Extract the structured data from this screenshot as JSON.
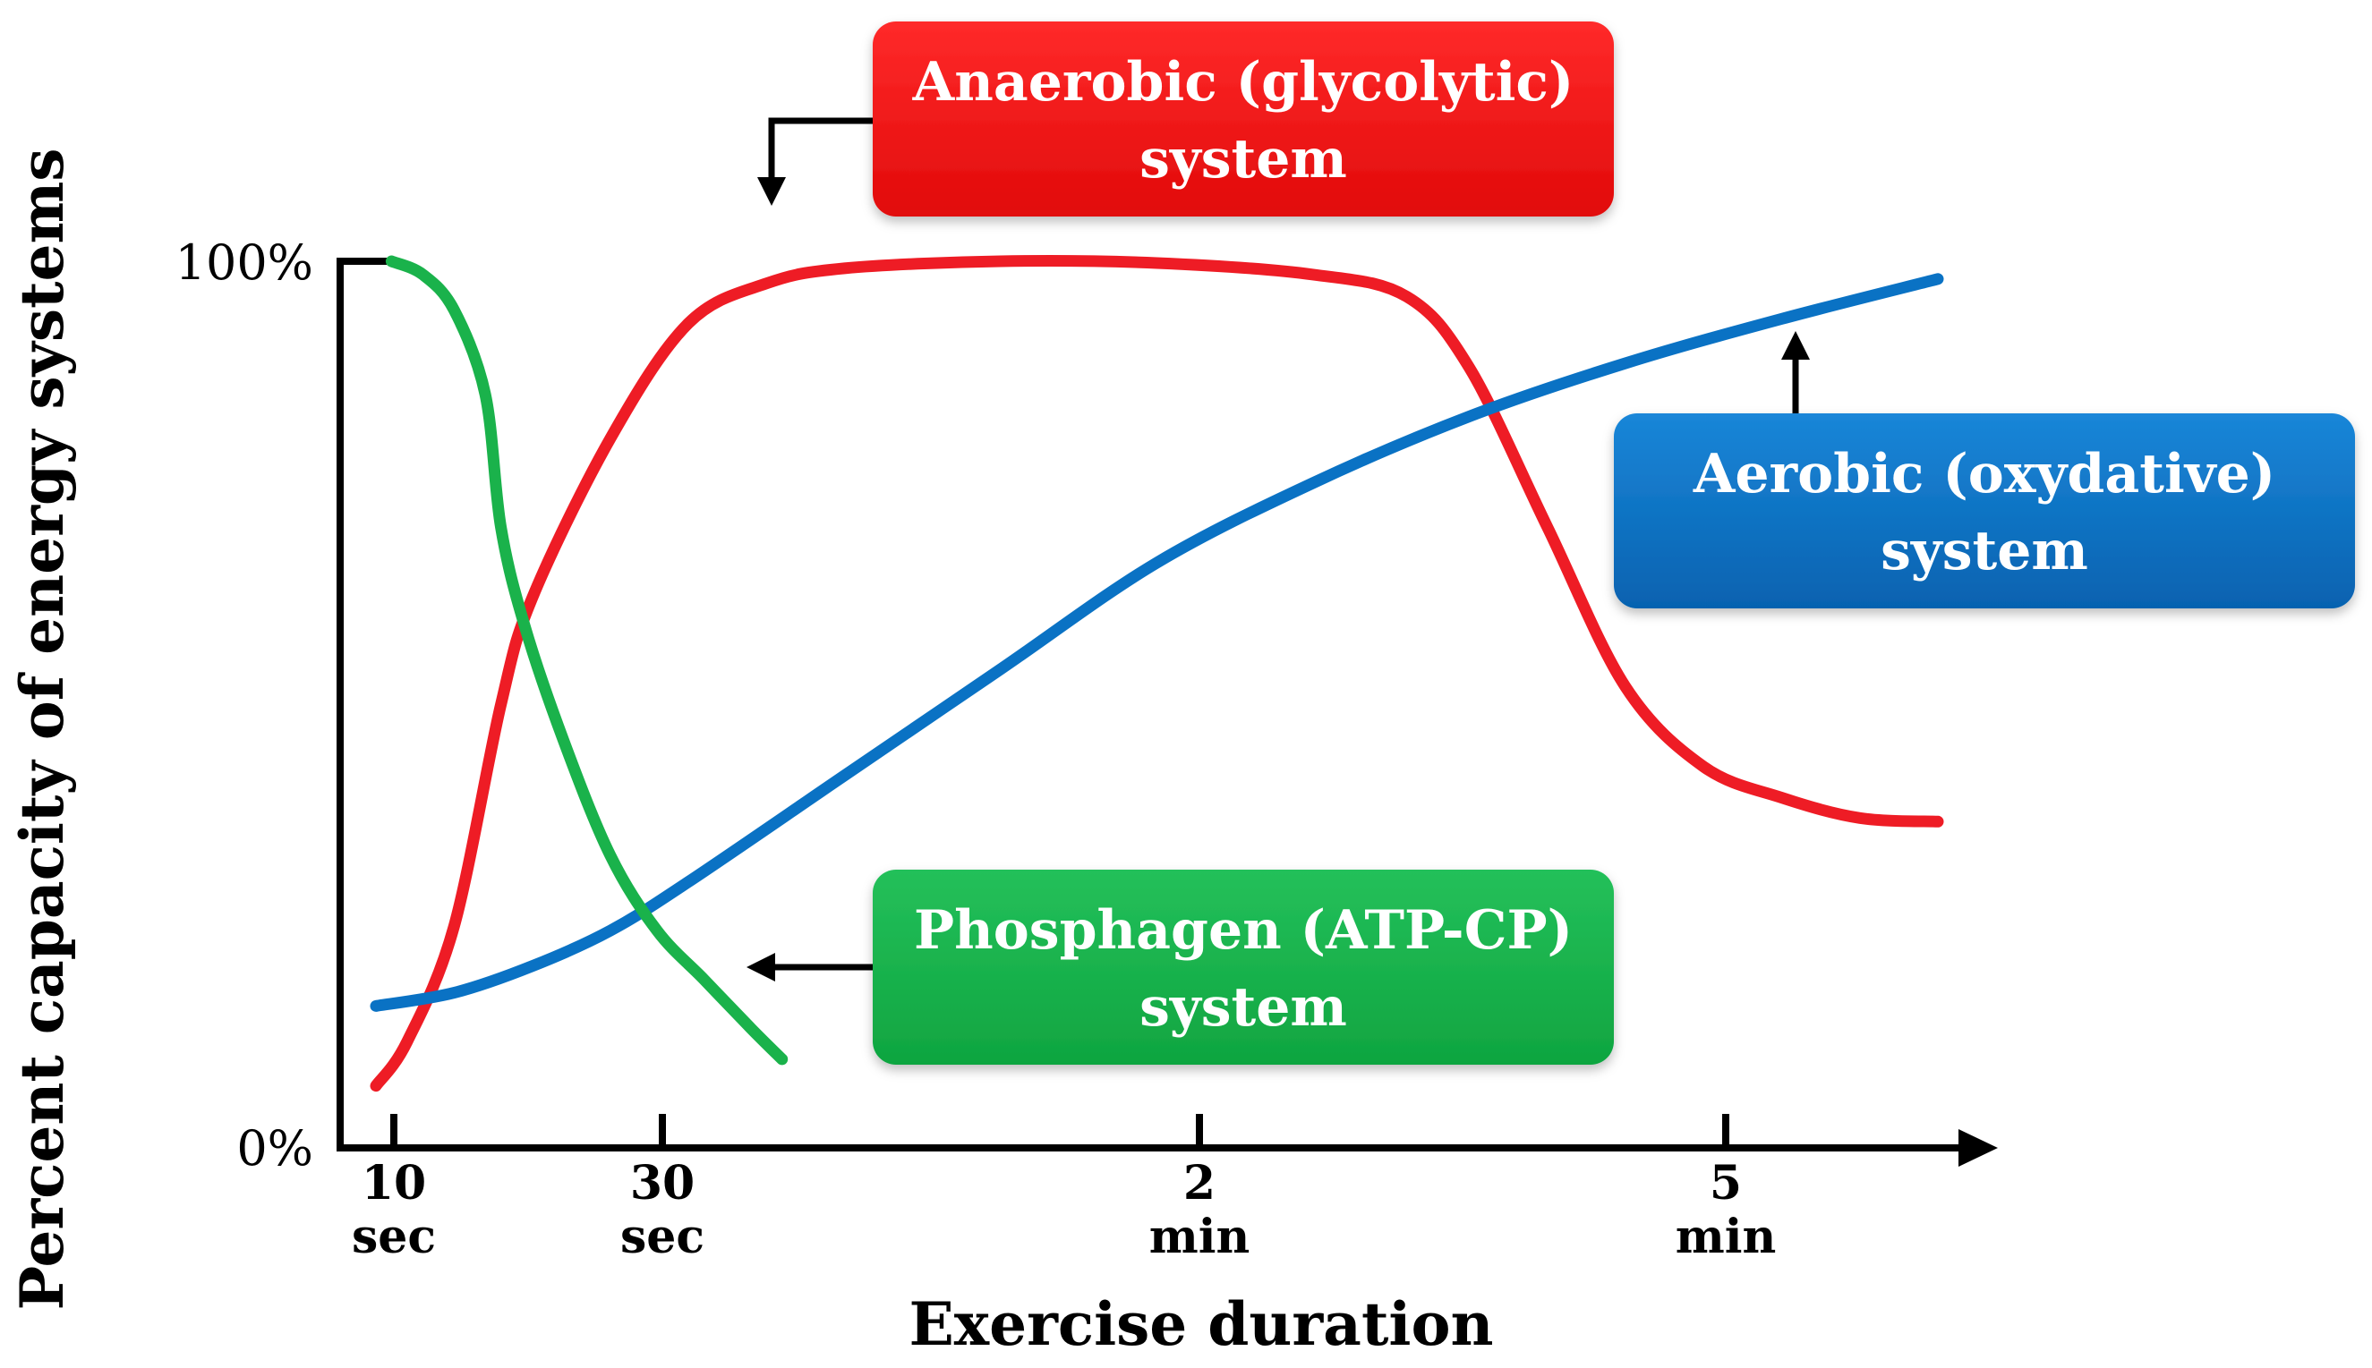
{
  "chart_data": {
    "type": "line",
    "xlabel": "Exercise duration",
    "ylabel": "Percent capacity of energy systems",
    "x_ticks": [
      {
        "line1": "10",
        "line2": "sec"
      },
      {
        "line1": "30",
        "line2": "sec"
      },
      {
        "line1": "2",
        "line2": "min"
      },
      {
        "line1": "5",
        "line2": "min"
      }
    ],
    "y_ticks": [
      "100%",
      "0%"
    ],
    "ylim": [
      0,
      100
    ],
    "series": [
      {
        "name": "Anaerobic (glycolytic) system",
        "color": "#ee1c25",
        "points": [
          [
            0.0,
            7
          ],
          [
            0.02,
            12
          ],
          [
            0.05,
            25
          ],
          [
            0.08,
            50
          ],
          [
            0.1,
            62
          ],
          [
            0.15,
            80
          ],
          [
            0.2,
            93
          ],
          [
            0.25,
            97.5
          ],
          [
            0.3,
            99.2
          ],
          [
            0.4,
            100
          ],
          [
            0.5,
            99.8
          ],
          [
            0.6,
            98.5
          ],
          [
            0.66,
            96
          ],
          [
            0.7,
            88
          ],
          [
            0.75,
            70
          ],
          [
            0.8,
            52
          ],
          [
            0.85,
            43
          ],
          [
            0.9,
            39.5
          ],
          [
            0.95,
            37.2
          ],
          [
            1.0,
            36.8
          ]
        ]
      },
      {
        "name": "Aerobic (oxydative) system",
        "color": "#0a72c4",
        "points": [
          [
            0.0,
            16
          ],
          [
            0.05,
            17.5
          ],
          [
            0.1,
            20.5
          ],
          [
            0.15,
            24.5
          ],
          [
            0.2,
            30
          ],
          [
            0.3,
            42
          ],
          [
            0.4,
            54
          ],
          [
            0.5,
            66
          ],
          [
            0.6,
            75
          ],
          [
            0.7,
            82.5
          ],
          [
            0.8,
            88.5
          ],
          [
            0.9,
            93.5
          ],
          [
            1.0,
            98
          ]
        ]
      },
      {
        "name": "Phosphagen (ATP-CP) system",
        "color": "#1ab24b",
        "points": [
          [
            0.01,
            100
          ],
          [
            0.03,
            98.5
          ],
          [
            0.05,
            94.5
          ],
          [
            0.07,
            85
          ],
          [
            0.08,
            70
          ],
          [
            0.095,
            59
          ],
          [
            0.12,
            46
          ],
          [
            0.15,
            33
          ],
          [
            0.18,
            24.5
          ],
          [
            0.21,
            19
          ],
          [
            0.24,
            13.5
          ],
          [
            0.26,
            10
          ]
        ]
      }
    ],
    "annotations": [
      {
        "line1": "Anaerobic (glycolytic)",
        "line2": "system",
        "color": "#ee1c25"
      },
      {
        "line1": "Aerobic (oxydative)",
        "line2": "system",
        "color": "#0a72c4"
      },
      {
        "line1": "Phosphagen (ATP-CP)",
        "line2": "system",
        "color": "#1ab24b"
      }
    ],
    "grid": false
  }
}
